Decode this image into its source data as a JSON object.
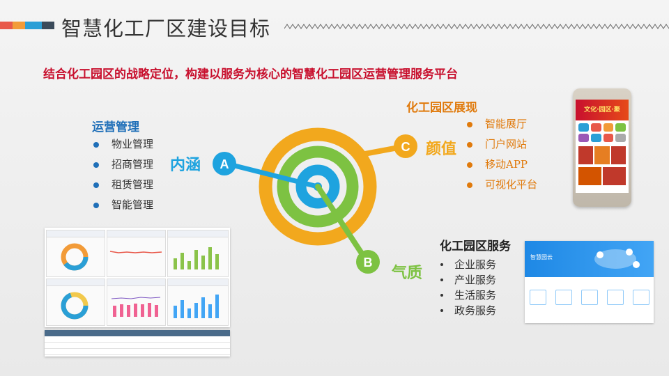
{
  "header": {
    "title": "智慧化工厂区建设目标",
    "subtitle": "结合化工园区的战略定位，构建以服务为核心的智慧化工园区运营管理服务平台",
    "stripe_colors": [
      "#e8584a",
      "#f29b38",
      "#2a9fd6",
      "#3a4a5a"
    ]
  },
  "operations": {
    "title": "运营管理",
    "items": [
      "物业管理",
      "招商管理",
      "租赁管理",
      "智能管理"
    ]
  },
  "display": {
    "title": "化工园区展现",
    "items": [
      "智能展厅",
      "门户网站",
      "移动APP",
      "可视化平台"
    ]
  },
  "services": {
    "title": "化工园区服务",
    "items": [
      "企业服务",
      "产业服务",
      "生活服务",
      "政务服务"
    ]
  },
  "target": {
    "node_a": "A",
    "node_b": "B",
    "node_c": "C",
    "label_a": "内涵",
    "label_b": "气质",
    "label_c": "颜值",
    "colors": {
      "blue": "#1ea3df",
      "green": "#7dc242",
      "orange": "#f2a81d"
    }
  },
  "phone": {
    "banner": "文化·园区·聚"
  },
  "web": {
    "brand": "智慧园云"
  }
}
